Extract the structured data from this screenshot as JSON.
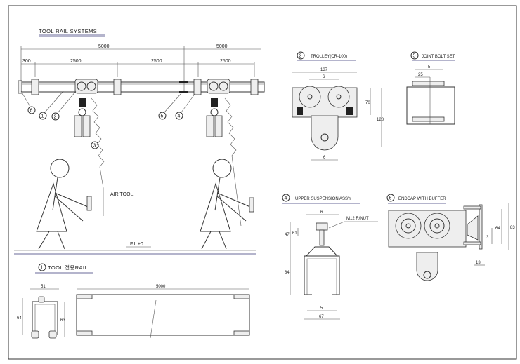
{
  "main_title": "TOOL RAIL SYSTEMS",
  "overview": {
    "dims_top": [
      "5000",
      "5000"
    ],
    "dims_sub": [
      "300",
      "2500",
      "2500",
      "2500"
    ],
    "callouts": [
      "6",
      "1",
      "2",
      "3",
      "5",
      "4"
    ],
    "air_tool_label": "AIR TOOL",
    "floor_label": "F.L ±0"
  },
  "rail_section": {
    "number": "1",
    "title": "TOOL 전용RAIL",
    "dims": {
      "width": "51",
      "height_left": "64",
      "height_right": "63",
      "length": "5000"
    }
  },
  "trolley": {
    "number": "2",
    "title": "TROLLEY(CR-100)",
    "dims": {
      "width": "137",
      "wheel_spacing": "6",
      "height_inner": "70",
      "height_total": "128",
      "bottom": "6"
    }
  },
  "joint_bolt": {
    "number": "5",
    "title": "JOINT BOLT SET",
    "dims": {
      "outer": "5",
      "inner": "25"
    }
  },
  "upper_suspension": {
    "number": "4",
    "title": "UPPER SUSPENSION ASS'Y",
    "nut_label": "M12 R/NUT",
    "dims": {
      "top": "6",
      "h1": "47",
      "h2": "61",
      "h3": "84",
      "inner": "5",
      "width": "67"
    }
  },
  "endcap": {
    "number": "6",
    "title": "ENDCAP WITH BUFFER",
    "dims": {
      "h_outer": "83",
      "h_inner": "64",
      "h_small": "3",
      "depth": "13"
    }
  }
}
